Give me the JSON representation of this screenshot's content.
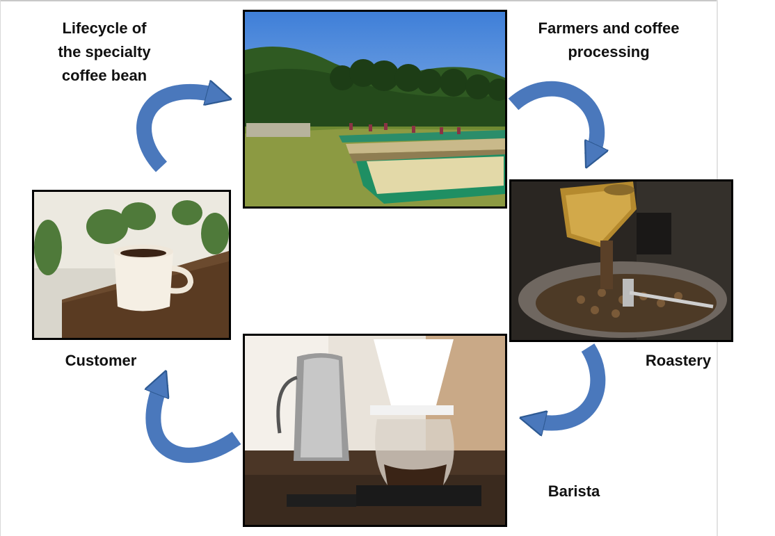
{
  "diagram": {
    "title": "Lifecycle of\nthe specialty\ncoffee bean",
    "stages": [
      {
        "label": "Farmers and coffee\nprocessing",
        "icon": "farm-drying-beds-photo"
      },
      {
        "label": "Roastery",
        "icon": "coffee-roaster-photo"
      },
      {
        "label": "Barista",
        "icon": "pour-over-brewing-photo"
      },
      {
        "label": "Customer",
        "icon": "coffee-cup-photo"
      }
    ],
    "arrow_color": "#4A78BC",
    "arrow_outline": "#2E5A93",
    "flow": "clockwise"
  }
}
